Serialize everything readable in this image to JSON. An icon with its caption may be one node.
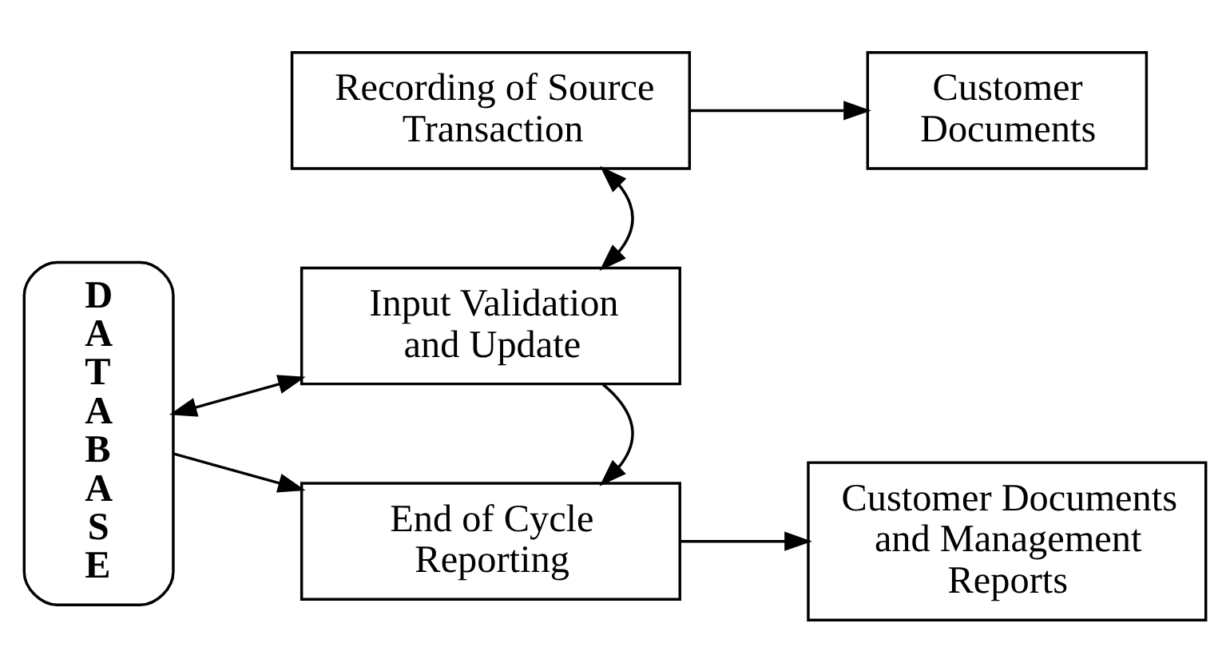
{
  "diagram": {
    "nodes": [
      {
        "text": [
          "Recording of Source Transaction"
        ]
      },
      {
        "text": [
          "Customer Documents"
        ]
      },
      {
        "text": [
          "DATABASE"
        ]
      },
      {
        "text": [
          "Input Validation and Update"
        ]
      },
      {
        "text": [
          "End of Cycle Reporting"
        ]
      },
      {
        "text": [
          "Customer Documents and Management Reports"
        ]
      }
    ],
    "edges": [
      {
        "from": 0,
        "to": 1,
        "arrow": "to"
      },
      {
        "from": 0,
        "to": 3,
        "arrow": "both"
      },
      {
        "from": 2,
        "to": 3,
        "arrow": "both"
      },
      {
        "from": 3,
        "to": 4,
        "arrow": "to"
      },
      {
        "from": 2,
        "to": 4,
        "arrow": "to"
      },
      {
        "from": 4,
        "to": 5,
        "arrow": "to"
      }
    ]
  }
}
